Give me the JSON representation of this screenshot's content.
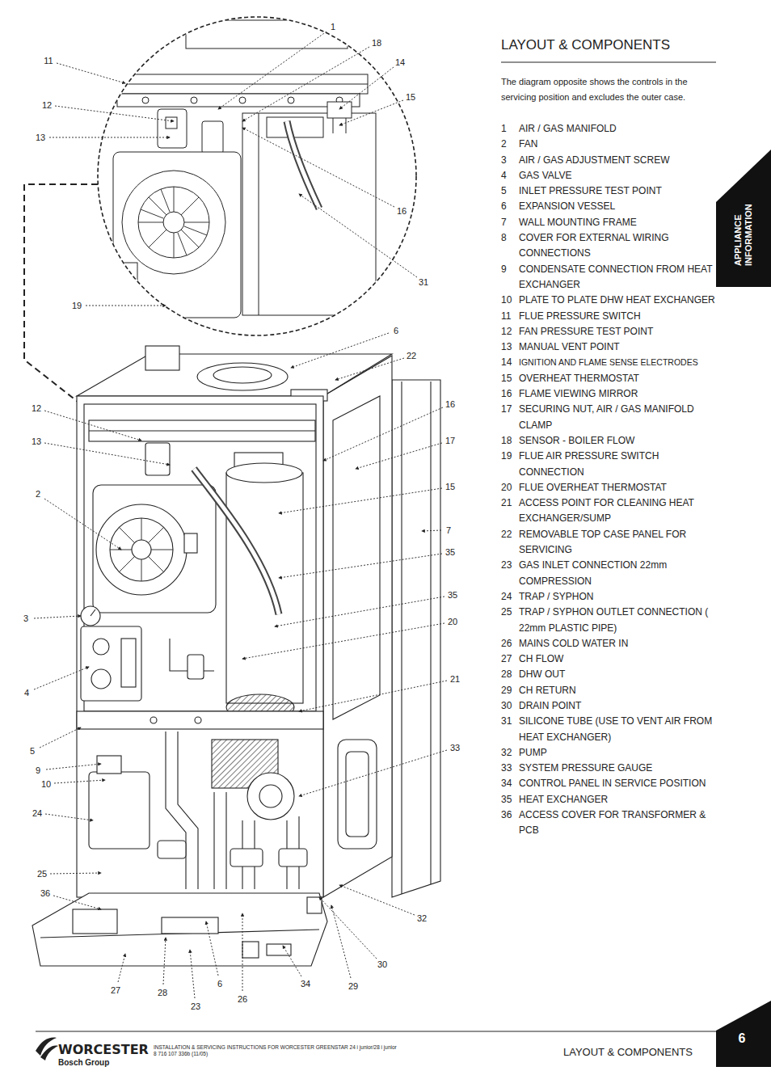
{
  "diagram": {
    "title": "LAYOUT & COMPONENTS",
    "nodes": [
      {
        "text": [
          "APPLIANCE INFORMATION"
        ]
      },
      {
        "text": [
          "6"
        ]
      }
    ],
    "labels": [
      "The diagram opposite shows the controls in the servicing position and excludes the outer case.",
      "1",
      "AIR / GAS MANIFOLD",
      "2",
      "FAN",
      "3",
      "AIR / GAS ADJUSTMENT SCREW",
      "4",
      "GAS VALVE",
      "5",
      "INLET PRESSURE TEST POINT",
      "6",
      "EXPANSION VESSEL",
      "7",
      "WALL MOUNTING FRAME",
      "8",
      "COVER FOR EXTERNAL WIRING CONNECTIONS",
      "9",
      "CONDENSATE CONNECTION FROM HEAT EXCHANGER",
      "10",
      "PLATE TO PLATE DHW HEAT EXCHANGER",
      "11",
      "FLUE PRESSURE SWITCH",
      "12",
      "FAN PRESSURE TEST POINT",
      "13",
      "MANUAL VENT POINT",
      "14",
      "IGNITION AND FLAME SENSE ELECTRODES",
      "15",
      "OVERHEAT THERMOSTAT",
      "16",
      "FLAME VIEWING MIRROR",
      "17",
      "SECURING NUT, AIR / GAS MANIFOLD CLAMP",
      "18",
      "SENSOR - BOILER FLOW",
      "19",
      "FLUE AIR PRESSURE SWITCH CONNECTION",
      "20",
      "FLUE OVERHEAT THERMOSTAT",
      "21",
      "ACCESS POINT FOR CLEANING HEAT EXCHANGER/SUMP",
      "22",
      "REMOVABLE TOP CASE PANEL FOR SERVICING",
      "23",
      "GAS INLET CONNECTION 22mm COMPRESSION",
      "24",
      "TRAP / SYPHON",
      "25",
      "TRAP / SYPHON OUTLET CONNECTION ( 22mm PLASTIC PIPE)",
      "26",
      "MAINS COLD WATER IN",
      "27",
      "CH FLOW",
      "28",
      "DHW OUT",
      "29",
      "CH RETURN",
      "30",
      "DRAIN POINT",
      "31",
      "SILICONE TUBE (USE TO VENT AIR FROM HEAT EXCHANGER)",
      "32",
      "PUMP",
      "33",
      "SYSTEM PRESSURE GAUGE",
      "34",
      "CONTROL PANEL IN SERVICE POSITION",
      "35",
      "HEAT EXCHANGER",
      "36",
      "ACCESS COVER FOR TRANSFORMER & PCB",
      "11",
      "12",
      "13",
      "19",
      "1",
      "18",
      "14",
      "15",
      "16",
      "31",
      "6",
      "22",
      "12",
      "13",
      "16",
      "17",
      "2",
      "15",
      "7",
      "35",
      "35",
      "3",
      "20",
      "21",
      "4",
      "33",
      "5",
      "9",
      "10",
      "24",
      "25",
      "36",
      "32",
      "30",
      "27",
      "28",
      "6",
      "34",
      "29",
      "26",
      "23",
      "WORCESTER",
      "Bosch Group",
      "INSTALLATION & SERVICING INSTRUCTIONS FOR WORCESTER GREENSTAR 24 i junior/28 i junior",
      "8 716 107 336b (11/05)",
      "LAYOUT & COMPONENTS"
    ]
  }
}
